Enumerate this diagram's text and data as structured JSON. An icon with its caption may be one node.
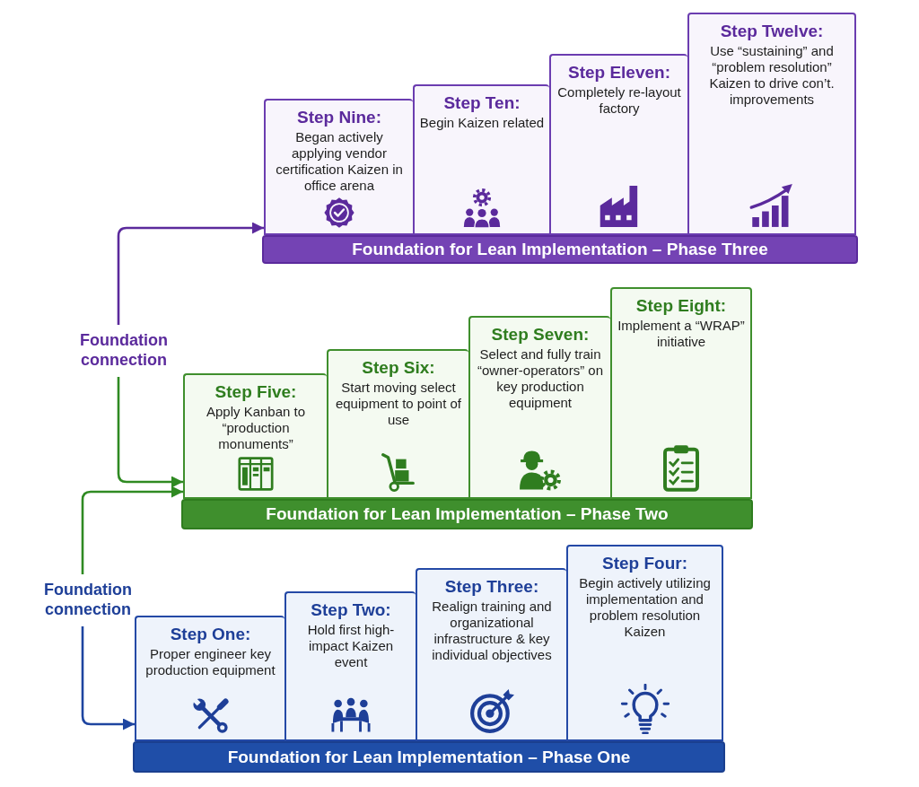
{
  "diagram": {
    "nodes": [
      {
        "text": [
          "Step Nine:",
          "Began actively applying vendor certification Kaizen in office arena"
        ]
      },
      {
        "text": [
          "Step Ten:",
          "Begin Kaizen related"
        ]
      },
      {
        "text": [
          "Step Eleven:",
          "Completely re-layout factory"
        ]
      },
      {
        "text": [
          "Step Twelve:",
          "Use “sustaining” and “problem resolution” Kaizen to drive con’t. improvements"
        ]
      },
      {
        "text": [
          "Foundation for Lean Implementation – Phase Three"
        ]
      },
      {
        "text": [
          "Foundation connection"
        ]
      },
      {
        "text": [
          "Step Five:",
          "Apply Kanban to “production monuments”"
        ]
      },
      {
        "text": [
          "Step Six:",
          "Start moving select equipment to point of use"
        ]
      },
      {
        "text": [
          "Step Seven:",
          "Select and fully train “owner-operators” on key production equipment"
        ]
      },
      {
        "text": [
          "Step Eight:",
          "Implement a “WRAP” initiative"
        ]
      },
      {
        "text": [
          "Foundation for Lean Implementation – Phase Two"
        ]
      },
      {
        "text": [
          "Foundation connection"
        ]
      },
      {
        "text": [
          "Step One:",
          "Proper engineer key production equipment"
        ]
      },
      {
        "text": [
          "Step Two:",
          "Hold first high-impact Kaizen event"
        ]
      },
      {
        "text": [
          "Step Three:",
          "Realign training and organizational infrastructure & key individual objectives"
        ]
      },
      {
        "text": [
          "Step Four:",
          "Begin actively utilizing implementation and problem resolution Kaizen"
        ]
      },
      {
        "text": [
          "Foundation for Lean Implementation – Phase One"
        ]
      }
    ],
    "edges": [
      {
        "from": 5,
        "to": 0,
        "arrow": "to",
        "color": "#5b2a9c"
      },
      {
        "from": 5,
        "to": 6,
        "arrow": "to",
        "color": "#2f8a22"
      },
      {
        "from": 11,
        "to": 6,
        "arrow": "to",
        "color": "#2f8a22"
      },
      {
        "from": 11,
        "to": 12,
        "arrow": "to",
        "color": "#1e45a0"
      }
    ]
  }
}
